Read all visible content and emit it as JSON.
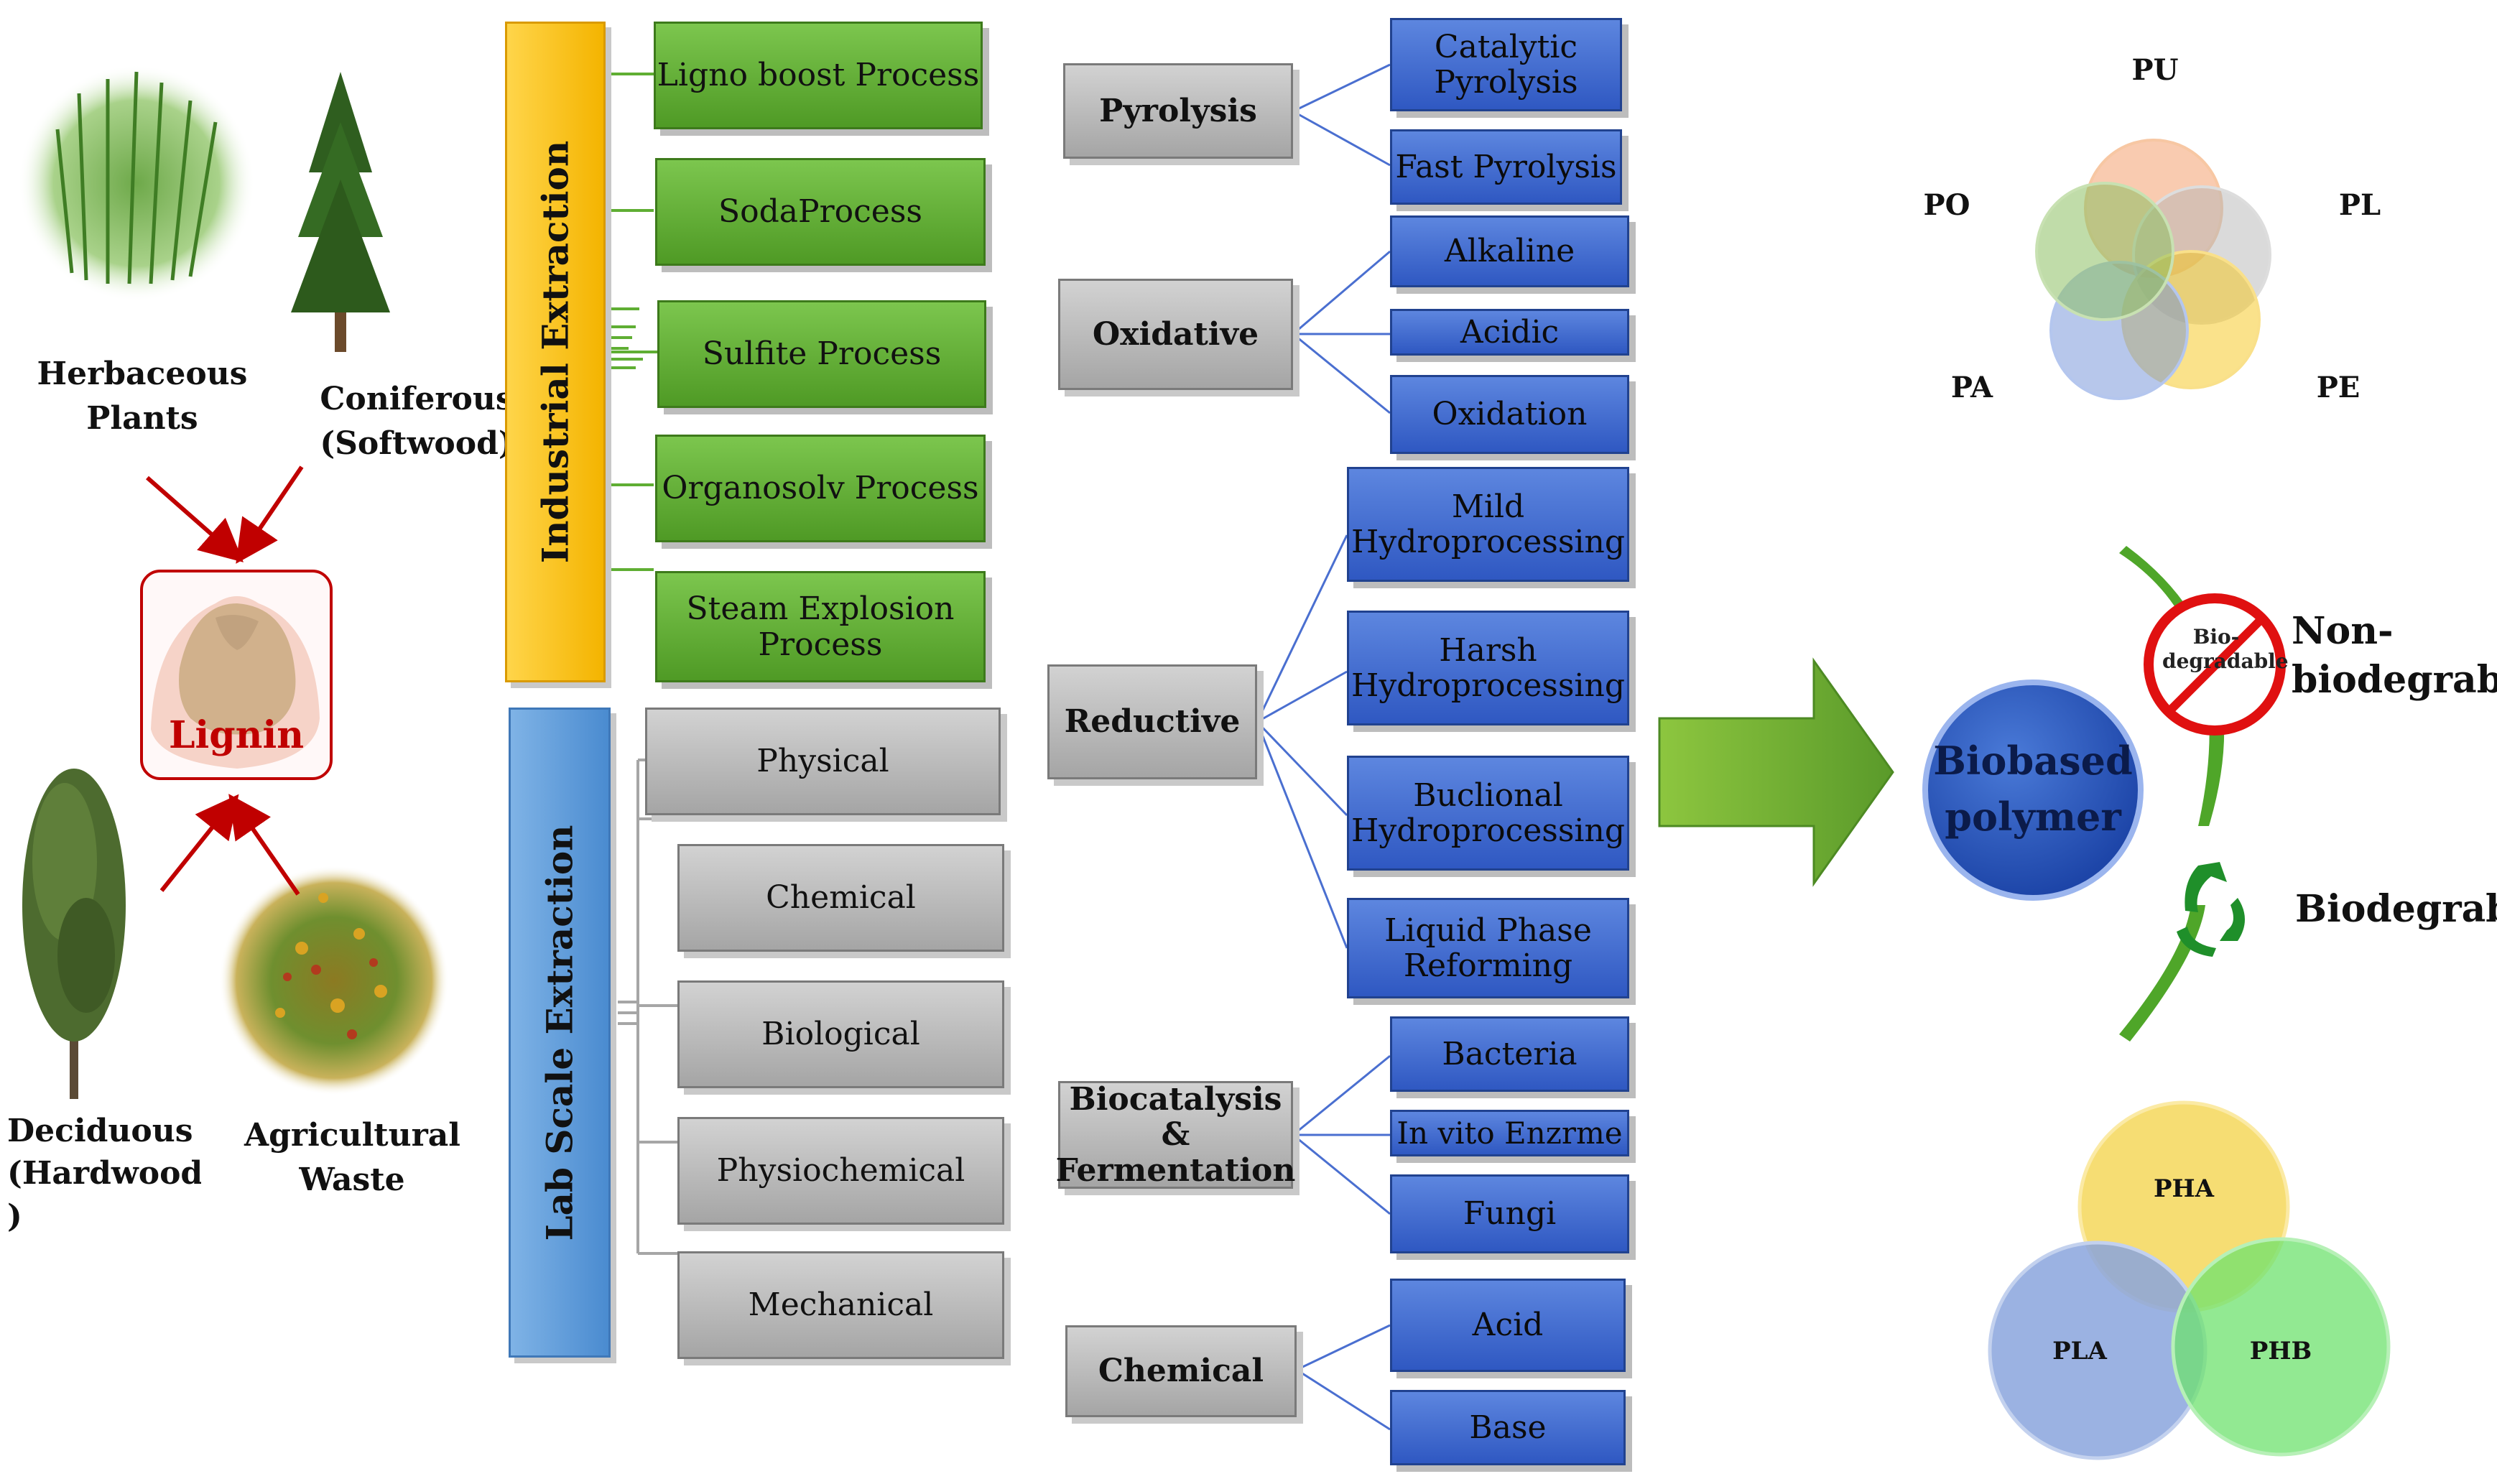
{
  "sources": {
    "herbaceous": "Herbaceous\nPlants",
    "coniferous": "Coniferous\n(Softwood)",
    "deciduous": "Deciduous\n(Hardwood\n)",
    "agricultural": "Agricultural\nWaste",
    "lignin": "Lignin"
  },
  "industrial": {
    "title": "Industrial Extraction",
    "items": [
      "Ligno boost Process",
      "SodaProcess",
      "Sulfite Process",
      "Organosolv Process",
      "Steam Explosion\nProcess"
    ]
  },
  "lab": {
    "title": "Lab Scale Extraction",
    "items": [
      "Physical",
      "Chemical",
      "Biological",
      "Physiochemical",
      "Mechanical"
    ]
  },
  "conversion": {
    "pyrolysis": {
      "label": "Pyrolysis",
      "items": [
        "Catalytic\nPyrolysis",
        "Fast Pyrolysis"
      ]
    },
    "oxidative": {
      "label": "Oxidative",
      "items": [
        "Alkaline",
        "Acidic",
        "Oxidation"
      ]
    },
    "reductive": {
      "label": "Reductive",
      "items": [
        "Mild\nHydroprocessing",
        "Harsh\nHydroprocessing",
        "Buclional\nHydroprocessing",
        "Liquid Phase\nReforming"
      ]
    },
    "biocatalysis": {
      "label": "Biocatalysis &\nFermentation",
      "items": [
        "Bacteria",
        "In vito Enzrme",
        "Fungi"
      ]
    },
    "chemical": {
      "label": "Chemical",
      "items": [
        "Acid",
        "Base"
      ]
    }
  },
  "polymer": {
    "center": "Biobased\npolymer",
    "non_bio": "Non-\nbiodegrable",
    "bio": "Biodegrable",
    "nobio_sign": "Bio-\ndegradable",
    "top_venn": [
      "PU",
      "PL",
      "PE",
      "PA",
      "PO"
    ],
    "bottom_venn": [
      "PHA",
      "PLA",
      "PHB"
    ]
  },
  "colors": {
    "green": "#5fae33",
    "grey": "#b5b5b5",
    "blue": "#3b66d0",
    "red": "#c00000",
    "yellow": "#f5c518",
    "lab_blue": "#5b9bd5"
  }
}
